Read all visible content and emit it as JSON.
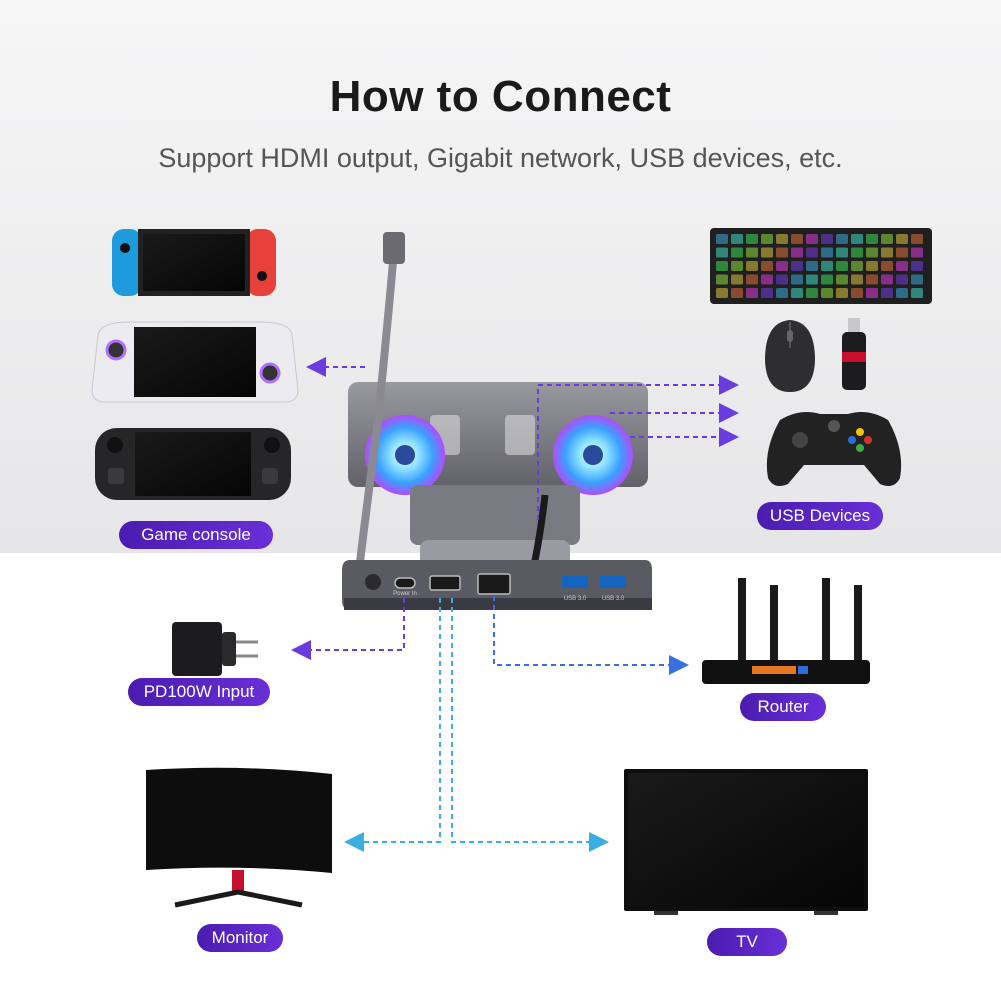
{
  "header": {
    "title": "How to Connect",
    "subtitle": "Support HDMI output, Gigabit network, USB devices, etc."
  },
  "labels": {
    "game_console": "Game console",
    "usb_devices": "USB Devices",
    "pd_input": "PD100W Input",
    "router": "Router",
    "monitor": "Monitor",
    "tv": "TV"
  },
  "dock": {
    "port_power": "Power In",
    "port_usb1": "USB 3.0",
    "port_usb2": "USB 3.0"
  },
  "colors": {
    "pill": "#5a24c8",
    "arrow_purple": "#6a3ce0",
    "arrow_blue": "#3a6fe0",
    "arrow_cyan": "#3aaee0",
    "fan_glow": "#4fc3ff"
  },
  "icons": [
    "game-console-icon",
    "keyboard-icon",
    "mouse-icon",
    "usb-stick-icon",
    "gamepad-icon",
    "charger-icon",
    "router-icon",
    "monitor-icon",
    "tv-icon",
    "dock-icon"
  ]
}
